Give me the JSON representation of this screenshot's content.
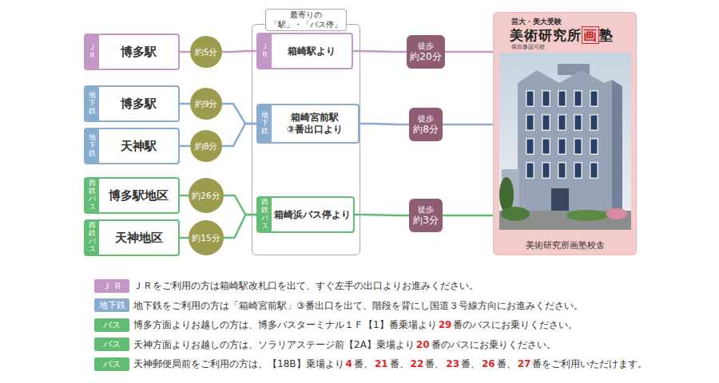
{
  "diagram": {
    "nodes": [
      {
        "text": [
          "ＪＲ",
          "博多駅"
        ]
      },
      {
        "text": [
          "約5分"
        ]
      },
      {
        "text": [
          "地下鉄",
          "博多駅"
        ]
      },
      {
        "text": [
          "約9分"
        ]
      },
      {
        "text": [
          "地下鉄",
          "天神駅"
        ]
      },
      {
        "text": [
          "約8分"
        ]
      },
      {
        "text": [
          "西鉄バス",
          "博多駅地区"
        ]
      },
      {
        "text": [
          "約26分"
        ]
      },
      {
        "text": [
          "西鉄バス",
          "天神地区"
        ]
      },
      {
        "text": [
          "約15分"
        ]
      },
      {
        "text": [
          "最寄りの 「駅」・「バス停」"
        ]
      },
      {
        "text": [
          "ＪＲ",
          "箱崎駅より"
        ],
        "in": 10
      },
      {
        "text": [
          "地下鉄",
          "箱崎宮前駅 ③番出口より"
        ],
        "in": 10
      },
      {
        "text": [
          "西鉄バス",
          "箱崎浜バス停より"
        ],
        "in": 10
      },
      {
        "text": [
          "徒歩",
          "約20分"
        ]
      },
      {
        "text": [
          "徒歩",
          "約8分"
        ]
      },
      {
        "text": [
          "徒歩",
          "約3分"
        ]
      },
      {
        "text": [
          "芸大・美大受験",
          "美術研究所画塾",
          "県知事認可校",
          "美術研究所画塾校舎"
        ]
      }
    ],
    "edges": [
      {
        "from": 0,
        "to": 1,
        "arrow": "none"
      },
      {
        "from": 1,
        "to": 11,
        "arrow": "none"
      },
      {
        "from": 2,
        "to": 3,
        "arrow": "none"
      },
      {
        "from": 3,
        "to": 12,
        "arrow": "none"
      },
      {
        "from": 4,
        "to": 5,
        "arrow": "none"
      },
      {
        "from": 5,
        "to": 12,
        "arrow": "none"
      },
      {
        "from": 6,
        "to": 7,
        "arrow": "none"
      },
      {
        "from": 7,
        "to": 13,
        "arrow": "none"
      },
      {
        "from": 8,
        "to": 9,
        "arrow": "none"
      },
      {
        "from": 9,
        "to": 13,
        "arrow": "none"
      },
      {
        "from": 11,
        "to": 14,
        "arrow": "none"
      },
      {
        "from": 14,
        "to": 17,
        "arrow": "none"
      },
      {
        "from": 12,
        "to": 15,
        "arrow": "none"
      },
      {
        "from": 15,
        "to": 17,
        "arrow": "none"
      },
      {
        "from": 13,
        "to": 16,
        "arrow": "none"
      },
      {
        "from": 16,
        "to": 17,
        "arrow": "none"
      }
    ],
    "labels": [
      "ＪＲ",
      "ＪＲをご利用の方は箱崎駅改札口を出て、すぐ左手の出口よりお進みください。",
      "地下鉄",
      "地下鉄をご利用の方は「箱崎宮前駅」③番出口を出て、階段を背にし国道３号線方向にお進みください。",
      "バス",
      "博多方面よりお越しの方は、博多バスターミナル１Ｆ【1】番乗場より29番のバスにお乗りください。",
      "バス",
      "天神方面よりお越しの方は、ソラリアステージ前【2A】乗場より20番のバスにお乗りください。",
      "バス",
      "天神郵便局前をご利用の方は、【18B】乗場より4番、21番、22番、23番、26番、27番をご利用いただけます。"
    ]
  }
}
